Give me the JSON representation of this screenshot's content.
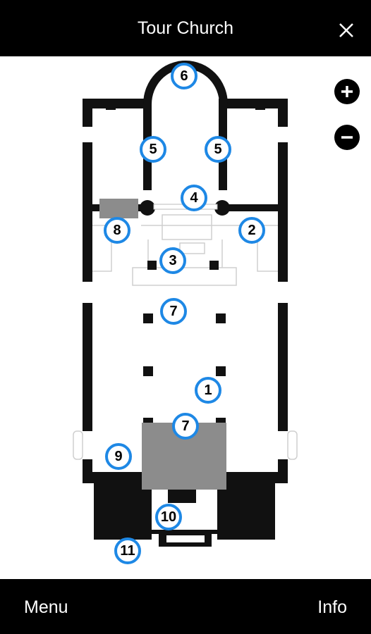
{
  "header": {
    "title": "Tour Church",
    "close_icon": "close-icon"
  },
  "footer": {
    "menu_label": "Menu",
    "info_label": "Info"
  },
  "zoom": {
    "in_icon": "plus-icon",
    "out_icon": "minus-icon"
  },
  "colors": {
    "bar": "#000000",
    "marker_ring": "#1e88e5",
    "wall": "#111111",
    "shaded": "#8c8c8c"
  },
  "markers": [
    {
      "label": "6"
    },
    {
      "label": "5"
    },
    {
      "label": "5"
    },
    {
      "label": "4"
    },
    {
      "label": "8"
    },
    {
      "label": "2"
    },
    {
      "label": "3"
    },
    {
      "label": "7"
    },
    {
      "label": "1"
    },
    {
      "label": "7"
    },
    {
      "label": "9"
    },
    {
      "label": "10"
    },
    {
      "label": "11"
    }
  ]
}
